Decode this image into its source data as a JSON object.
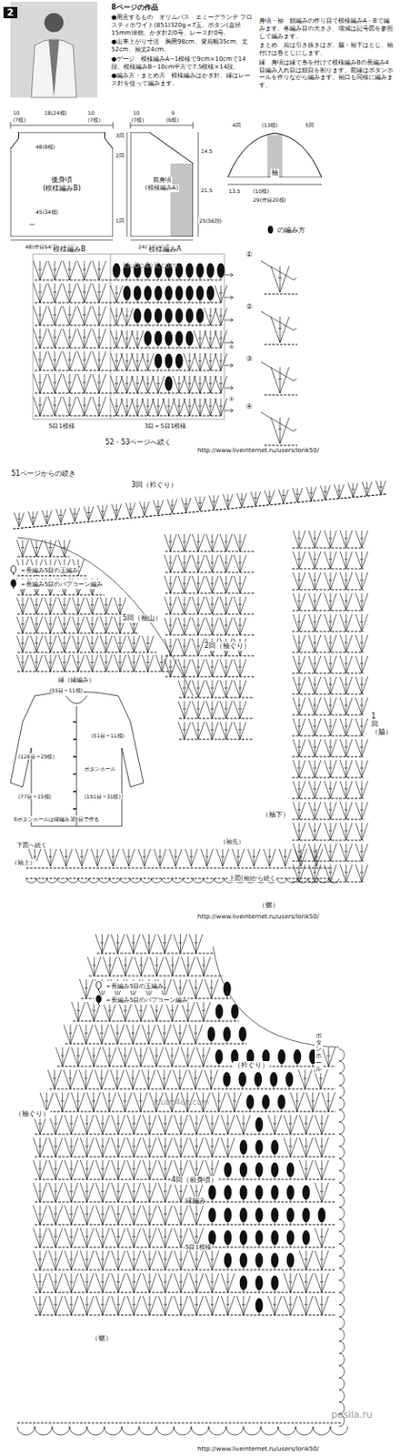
{
  "diagram": {
    "nodes": [
      {
        "text": [
          "後身頃",
          "(模様編みB)"
        ]
      },
      {
        "text": [
          "前身頃",
          "(模様編みA)"
        ]
      },
      {
        "text": [
          "袖"
        ]
      }
    ],
    "labels": [
      "2",
      "8ページの作品",
      "●用意するもの　オリムパス　エミーグランデ フロスティホワイト(851)320g＝7玉。ボタン(直径15mm)8個。かぎ針2/0号、レース針0号。",
      "●出来上がり寸法　胸囲98cm、背肩幅35cm、丈52cm、袖丈24cm。",
      "●ゲージ　模様編みA−1模様で9cm×10cmで14段。模様編みB−10cm平方で7.5模様×14段。",
      "●編み方・まとめ方　模様編みはかぎ針、縁はレース針を使って編みます。",
      "身頃・袖　鎖編みの作り目で模様編みA・Bで編みます。各編み目の大きさ、増減は記号図を参照して編みます。",
      "まとめ　肩は引き抜きはぎ、脇・袖下はとじ、袖付けは巻とじにします。",
      "縁　身頃は縁で糸を付けて模様編みBの長編み4目編み入れ目は鎖目を割ります。前縁はボタンホールを作りながら編みます。袖口も同様に編みます。",
      "10",
      "(7模)",
      "18(24模)",
      "10",
      "(7模)",
      "3回",
      "2回",
      "48(8模)",
      "45(34模)",
      "1回",
      "48(作目64模)＝96目",
      "10",
      "9",
      "(7模)",
      "(6模)",
      "14.5",
      "21.5",
      "25(56段)",
      "24(作目18模)",
      "4回",
      "5回",
      "(13模)",
      "13.5",
      "(10模)",
      "29(作目20模)",
      "模様編みB",
      "模様編みA",
      "5目1模様",
      "3目＝5目1模様",
      "⑤",
      "①",
      "52・53ページへ続く",
      "の編み方",
      "①",
      "②",
      "③",
      "④",
      "klubo4ek.com",
      "http://www.liveinternet.ru/users/lorik50/",
      "51ページからの続き",
      "3回（衿ぐり）",
      "5回（袖山）",
      "2回（袖ぐり）",
      "1回（脇）",
      "縁（縁編み）",
      "(55目＝11模)",
      "(51目＝11模)",
      "ボタンホール",
      "(126目＝25模)",
      "(77目＝15模)",
      "(151目＝31模)",
      "⑤ボタンホールは縁編み3段目で作る",
      "（袖下）",
      "（袖先）",
      "下図へ続く",
      "上図(袖)から続く",
      "（袖上）",
      "（裾）",
      "http://www.liveinternet.ru/users/lorik50/",
      "（衿ぐり）",
      "4回（前身頃）",
      "縁編み",
      "5目1模様",
      "（袖ぐり）",
      "（裾）",
      "ボタンホール",
      "klubo4ek.com",
      "http://www.liveinternet.ru/users/lorik50/",
      "posila.ru"
    ],
    "legend": [
      {
        "text": "＝長編み5目の玉編み"
      },
      {
        "text": "＝長編み5目のパプコーン編み"
      },
      {
        "text": "＝長編み5目の玉編み"
      },
      {
        "text": "＝長編み5目のパプコーン編み"
      }
    ]
  }
}
